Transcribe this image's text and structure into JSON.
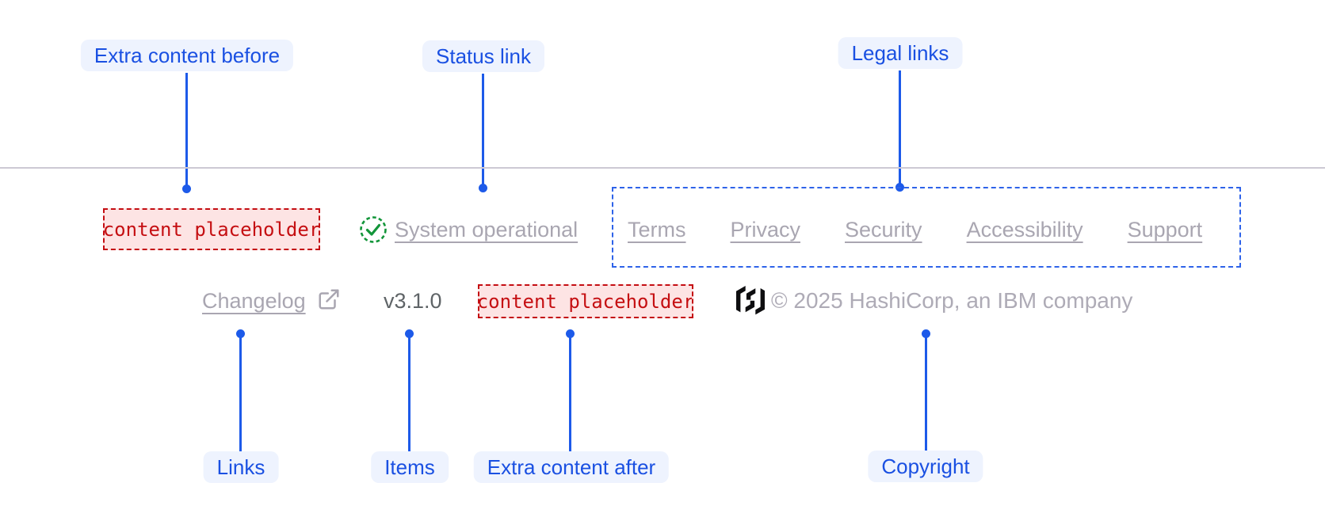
{
  "annotations": {
    "extra_content_before": "Extra content before",
    "status_link": "Status link",
    "legal_links": "Legal links",
    "links": "Links",
    "items": "Items",
    "extra_content_after": "Extra content after",
    "copyright": "Copyright"
  },
  "footer": {
    "extra_content_before_placeholder": "content placeholder",
    "status": {
      "label": "System operational",
      "icon": "check-circle-icon"
    },
    "legal_links": [
      "Terms",
      "Privacy",
      "Security",
      "Accessibility",
      "Support"
    ],
    "changelog_label": "Changelog",
    "changelog_icon": "external-link-icon",
    "version": "v3.1.0",
    "extra_content_after_placeholder": "content placeholder",
    "logo": "hashicorp-logo",
    "copyright_text": "© 2025 HashiCorp, an IBM company"
  },
  "colors": {
    "annotation_blue": "#1d5ae9",
    "annotation_pill_bg": "#eef3fe",
    "annotation_pill_text": "#1a50e2",
    "placeholder_text": "#c50f12",
    "placeholder_bg": "#fde4e4",
    "placeholder_border": "#c40d12",
    "legal_box_border": "#2e63e9",
    "status_green": "#129539",
    "faded_text": "#a9a6b1",
    "version_text": "#5f6467",
    "copyright_text_color": "#aeabb6",
    "divider": "#cdc9d4",
    "logo_black": "#0e0e10"
  }
}
